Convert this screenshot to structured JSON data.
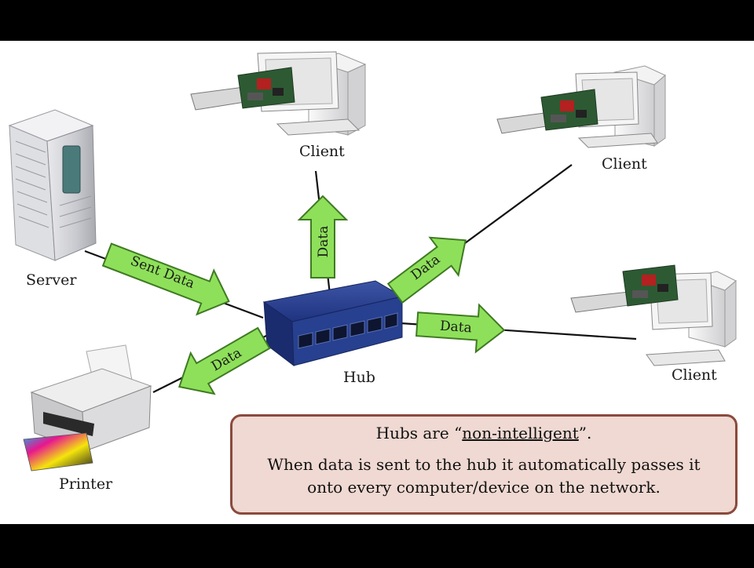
{
  "labels": {
    "server": "Server",
    "printer": "Printer",
    "hub": "Hub",
    "client_top": "Client",
    "client_right_top": "Client",
    "client_right_bottom": "Client"
  },
  "arrows": {
    "sent_data": "Sent Data",
    "to_printer": "Data",
    "to_client_top": "Data",
    "to_client_right_top": "Data",
    "to_client_right_bottom": "Data"
  },
  "note": {
    "line1_prefix": "Hubs are “",
    "line1_emphasis": "non-intelligent",
    "line1_suffix": "”.",
    "line2": "When data is sent to the hub it automatically passes it",
    "line3": "onto every computer/device on the network."
  },
  "colors": {
    "arrow_fill": "#8ee05a",
    "arrow_stroke": "#3f7a22",
    "hub_body": "#233a8a",
    "note_bg": "#efd9d2",
    "note_border": "#8a4a3c"
  }
}
